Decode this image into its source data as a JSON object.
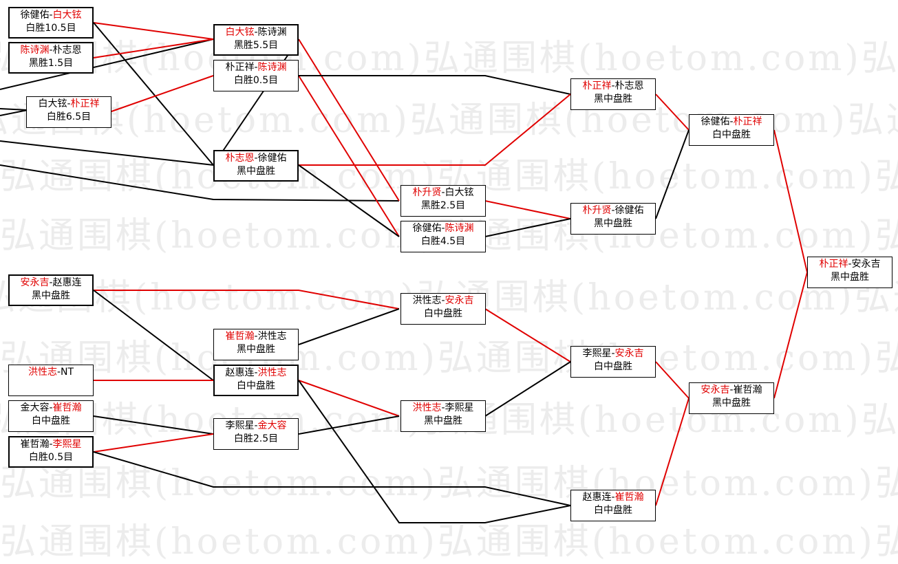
{
  "watermark": {
    "text": "弘通围棋(hoetom.com)弘通围棋(hoetom.com)弘通围棋(hoetom.com)"
  },
  "colors": {
    "winner_red": "#e00000",
    "line_black": "#000000",
    "watermark": "#ececec"
  },
  "games": {
    "g1": {
      "p1": "徐健佑",
      "sep": "-",
      "p2": "白大铉",
      "winner": 2,
      "result": "白胜10.5目"
    },
    "g2": {
      "p1": "陈诗渊",
      "sep": "-",
      "p2": "朴志恩",
      "winner": 1,
      "result": "黑胜1.5目"
    },
    "g3": {
      "p1": "白大铉",
      "sep": "-",
      "p2": "朴正祥",
      "winner": 2,
      "result": "白胜6.5目"
    },
    "g4": {
      "p1": "白大铉",
      "sep": "-",
      "p2": "陈诗渊",
      "winner": 1,
      "result": "黑胜5.5目"
    },
    "g5": {
      "p1": "朴正祥",
      "sep": "-",
      "p2": "陈诗渊",
      "winner": 2,
      "result": "白胜0.5目"
    },
    "g6": {
      "p1": "朴志恩",
      "sep": "-",
      "p2": "徐健佑",
      "winner": 1,
      "result": "黑中盘胜"
    },
    "g7": {
      "p1": "朴升贤",
      "sep": "-",
      "p2": "白大铉",
      "winner": 1,
      "result": "黑胜2.5目"
    },
    "g8": {
      "p1": "徐健佑",
      "sep": "-",
      "p2": "陈诗渊",
      "winner": 2,
      "result": "白胜4.5目"
    },
    "g9": {
      "p1": "朴正祥",
      "sep": "-",
      "p2": "朴志恩",
      "winner": 1,
      "result": "黑中盘胜"
    },
    "g10": {
      "p1": "朴升贤",
      "sep": "-",
      "p2": "徐健佑",
      "winner": 1,
      "result": "黑中盘胜"
    },
    "g11": {
      "p1": "徐健佑",
      "sep": "-",
      "p2": "朴正祥",
      "winner": 2,
      "result": "白中盘胜"
    },
    "g12": {
      "p1": "朴正祥",
      "sep": "-",
      "p2": "安永吉",
      "winner": 1,
      "result": "黑中盘胜"
    },
    "g13": {
      "p1": "安永吉",
      "sep": "-",
      "p2": "赵惠连",
      "winner": 1,
      "result": "黑中盘胜"
    },
    "g14": {
      "p1": "洪性志",
      "sep": "-NT",
      "p2": "",
      "winner": 1,
      "result": ""
    },
    "g15": {
      "p1": "金大容",
      "sep": "-",
      "p2": "崔哲瀚",
      "winner": 2,
      "result": "白中盘胜"
    },
    "g16": {
      "p1": "崔哲瀚",
      "sep": "-",
      "p2": "李熙星",
      "winner": 2,
      "result": "白胜0.5目"
    },
    "g17": {
      "p1": "崔哲瀚",
      "sep": "-",
      "p2": "洪性志",
      "winner": 1,
      "result": "黑中盘胜"
    },
    "g18": {
      "p1": "赵惠连",
      "sep": "-",
      "p2": "洪性志",
      "winner": 2,
      "result": "白中盘胜"
    },
    "g19": {
      "p1": "李熙星",
      "sep": "-",
      "p2": "金大容",
      "winner": 2,
      "result": "白胜2.5目"
    },
    "g20": {
      "p1": "洪性志",
      "sep": "-",
      "p2": "安永吉",
      "winner": 2,
      "result": "白中盘胜"
    },
    "g21": {
      "p1": "洪性志",
      "sep": "-",
      "p2": "李熙星",
      "winner": 1,
      "result": "黑中盘胜"
    },
    "g22": {
      "p1": "李熙星",
      "sep": "-",
      "p2": "安永吉",
      "winner": 2,
      "result": "白中盘胜"
    },
    "g23": {
      "p1": "赵惠连",
      "sep": "-",
      "p2": "崔哲瀚",
      "winner": 2,
      "result": "白中盘胜"
    },
    "g24": {
      "p1": "安永吉",
      "sep": "-",
      "p2": "崔哲瀚",
      "winner": 1,
      "result": "黑中盘胜"
    }
  }
}
